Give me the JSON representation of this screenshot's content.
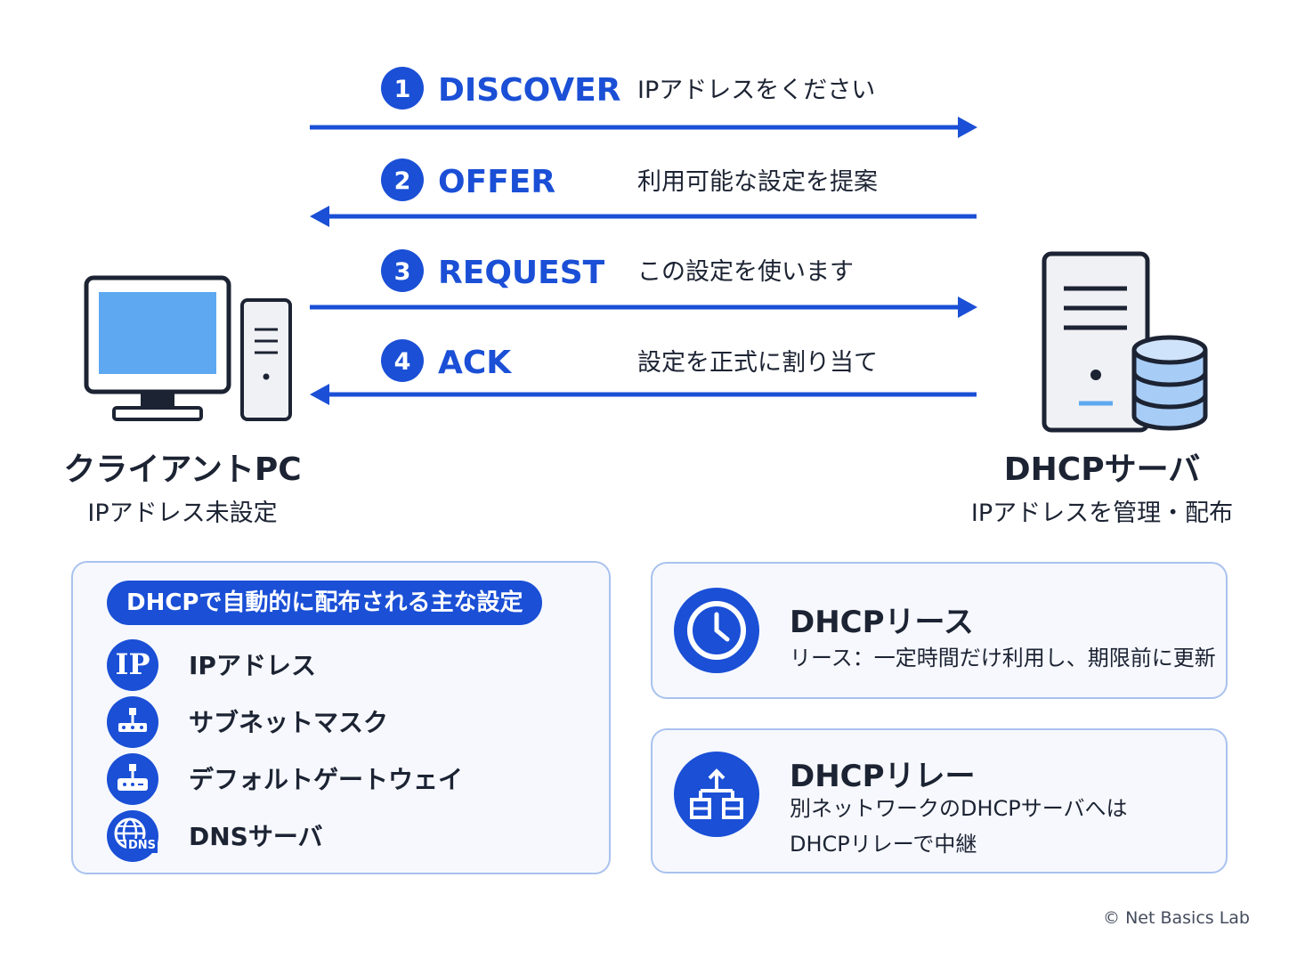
{
  "messages": [
    {
      "num": "1",
      "label": "DISCOVER",
      "desc": "IPアドレスをください",
      "direction": "right"
    },
    {
      "num": "2",
      "label": "OFFER",
      "desc": "利用可能な設定を提案",
      "direction": "left"
    },
    {
      "num": "3",
      "label": "REQUEST",
      "desc": "この設定を使います",
      "direction": "right"
    },
    {
      "num": "4",
      "label": "ACK",
      "desc": "設定を正式に割り当て",
      "direction": "left"
    }
  ],
  "client": {
    "title": "クライアントPC",
    "subtitle": "IPアドレス未設定"
  },
  "server": {
    "title": "DHCPサーバ",
    "subtitle": "IPアドレスを管理・配布"
  },
  "settings": {
    "heading": "DHCPで自動的に配布される主な設定",
    "items": [
      {
        "label": "IPアドレス",
        "icon": "ip-icon",
        "icon_text": "IP"
      },
      {
        "label": "サブネットマスク",
        "icon": "subnet-icon"
      },
      {
        "label": "デフォルトゲートウェイ",
        "icon": "router-icon"
      },
      {
        "label": "DNSサーバ",
        "icon": "globe-dns-icon",
        "icon_text": "DNS"
      }
    ]
  },
  "lease": {
    "title": "DHCPリース",
    "desc": "リース：一定時間だけ利用し、期限前に更新",
    "icon": "clock-icon"
  },
  "relay": {
    "title": "DHCPリレー",
    "desc_line1": "別ネットワークのDHCPサーバへは",
    "desc_line2": "DHCPリレーで中継",
    "icon": "hierarchy-icon"
  },
  "copyright": "© Net Basics Lab",
  "colors": {
    "accent": "#1a4fd6",
    "screen": "#5da8f0",
    "panel_border": "#a9c2ee",
    "panel_bg": "#f6f8fd"
  }
}
